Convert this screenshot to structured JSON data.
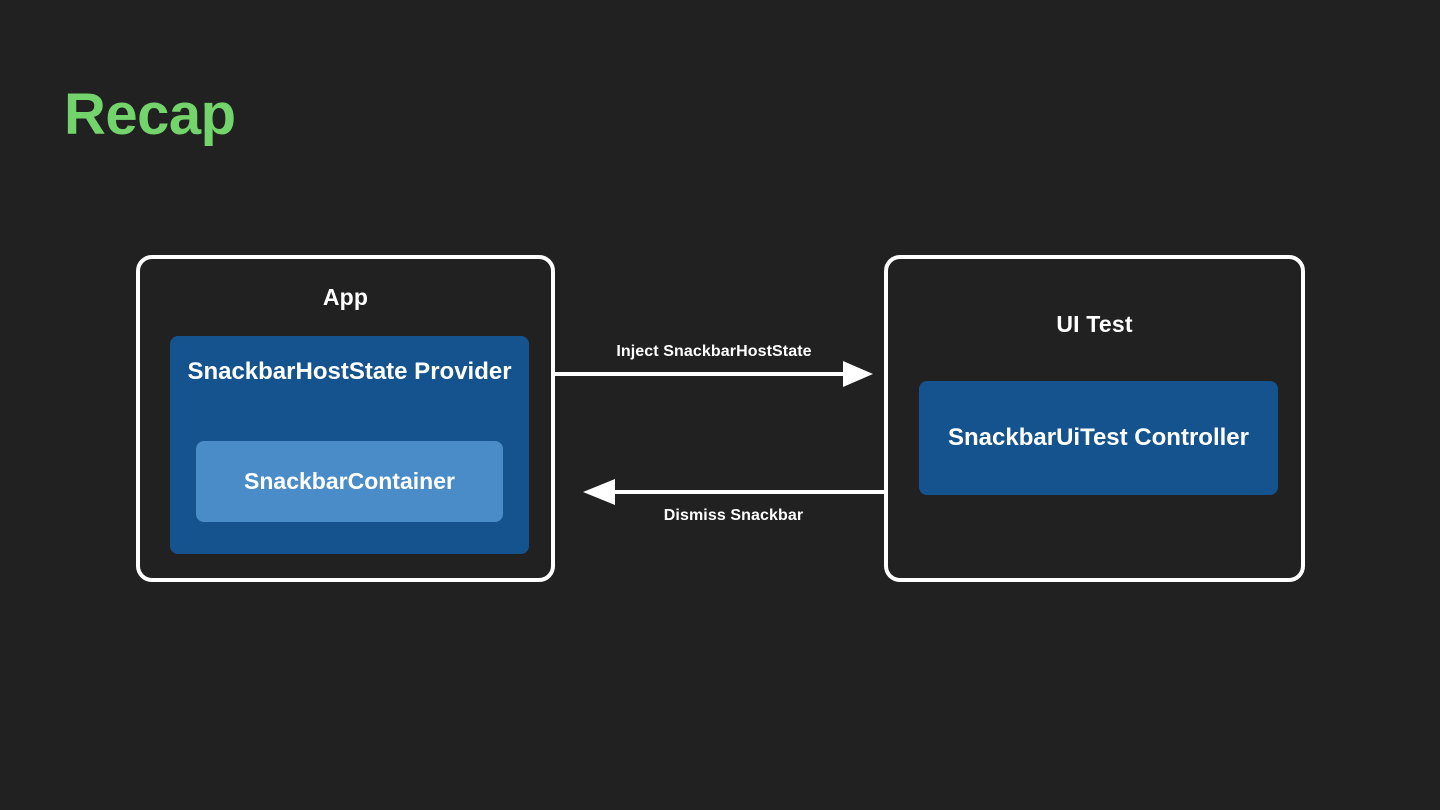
{
  "slide": {
    "title": "Recap",
    "background_color": "#212121",
    "title_color": "#72D46B"
  },
  "colors": {
    "outline": "#FFFFFF",
    "node_dark_blue": "#15538E",
    "node_light_blue": "#4A8CC8",
    "text": "#FFFFFF"
  },
  "diagram": {
    "groups": [
      {
        "id": "app",
        "label": "App",
        "nodes": [
          {
            "id": "provider",
            "label": "SnackbarHostState Provider",
            "color": "#15538E"
          },
          {
            "id": "container",
            "label": "SnackbarContainer",
            "color": "#4A8CC8"
          }
        ]
      },
      {
        "id": "uitest",
        "label": "UI Test",
        "nodes": [
          {
            "id": "controller",
            "label": "SnackbarUiTest Controller",
            "color": "#15538E"
          }
        ]
      }
    ],
    "arrows": [
      {
        "id": "inject",
        "label": "Inject SnackbarHostState",
        "direction": "right",
        "from": "app",
        "to": "uitest"
      },
      {
        "id": "dismiss",
        "label": "Dismiss Snackbar",
        "direction": "left",
        "from": "uitest",
        "to": "app"
      }
    ]
  }
}
